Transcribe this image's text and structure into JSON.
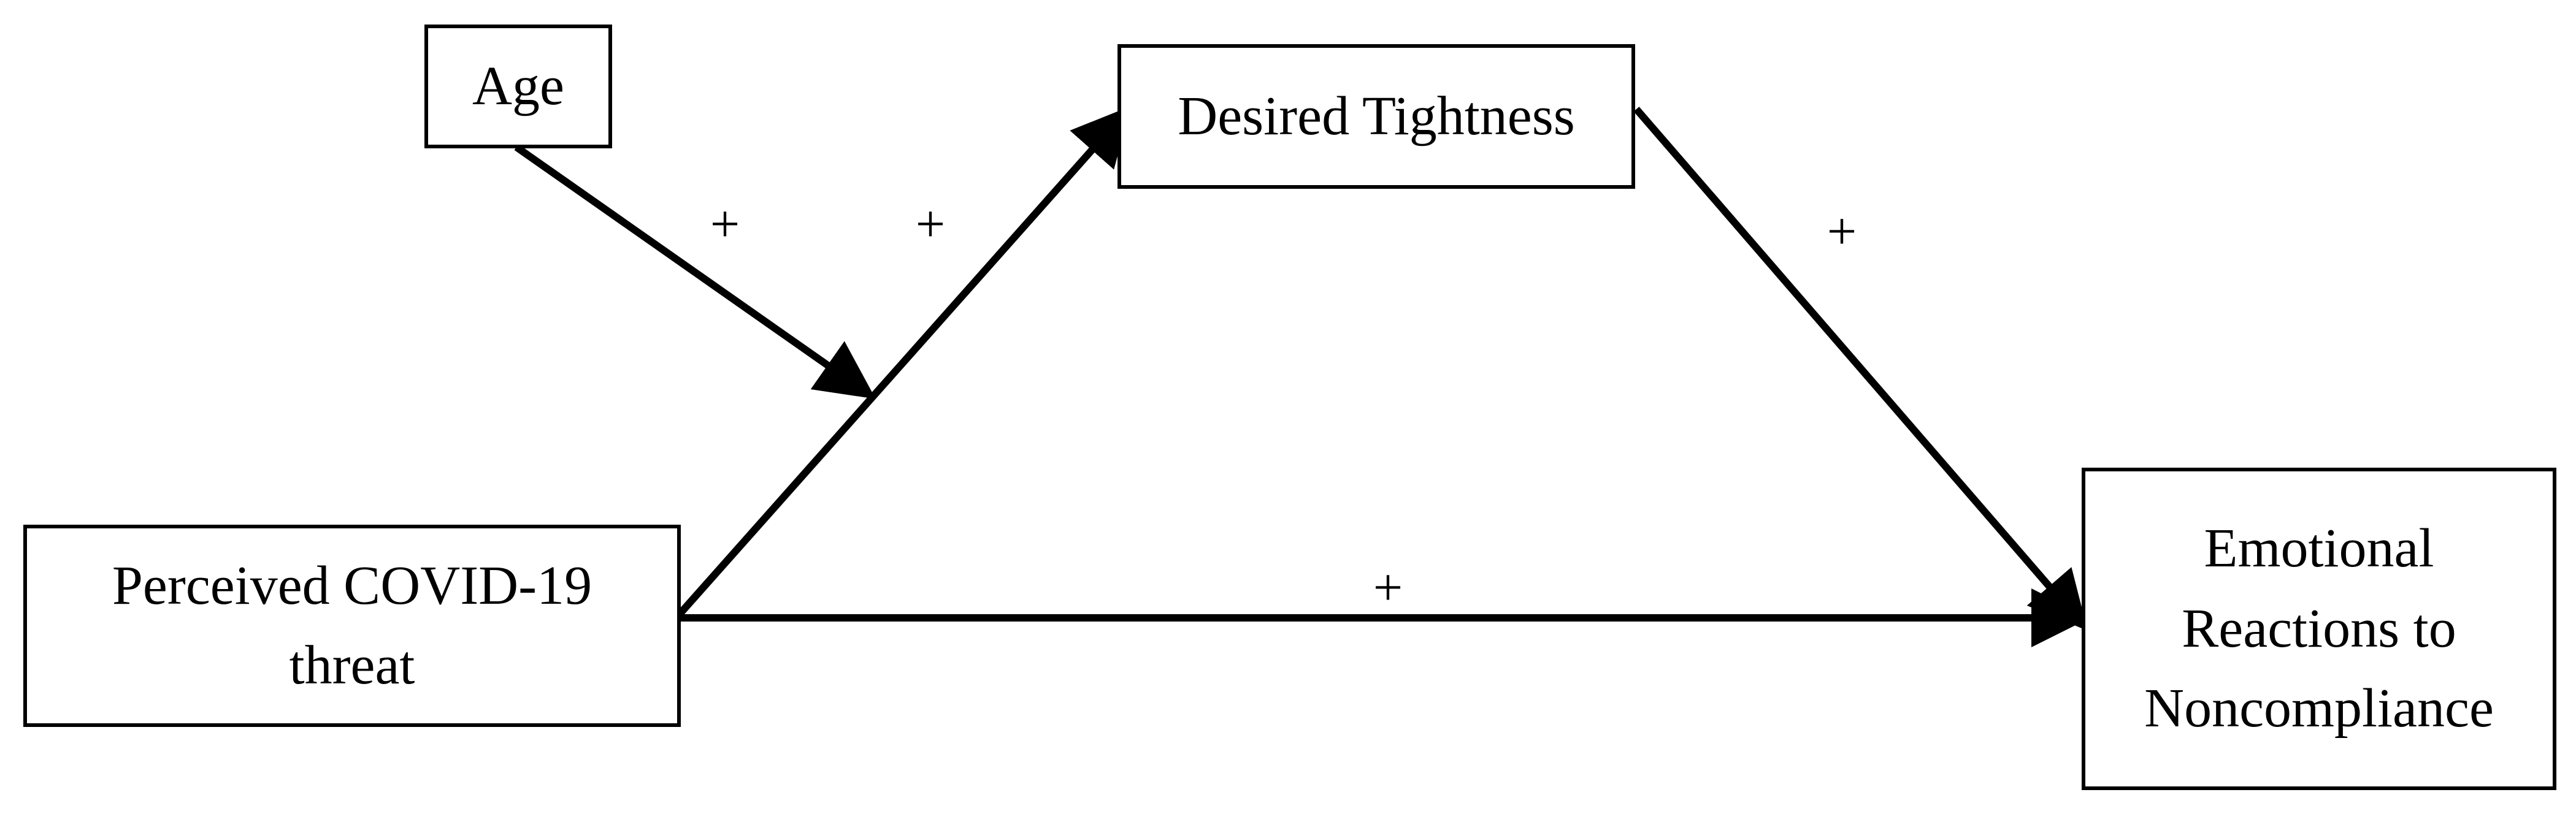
{
  "diagram": {
    "nodes": {
      "age": "Age",
      "desired_tightness": "Desired Tightness",
      "perceived_threat": "Perceived COVID-19\nthreat",
      "emotional_reactions": "Emotional\nReactions to\nNoncompliance"
    },
    "edges": [
      {
        "from": "Age",
        "to": "Perceived COVID-19 threat → Desired Tightness path",
        "sign": "+"
      },
      {
        "from": "Perceived COVID-19 threat",
        "to": "Desired Tightness",
        "sign": "+"
      },
      {
        "from": "Desired Tightness",
        "to": "Emotional Reactions to Noncompliance",
        "sign": "+"
      },
      {
        "from": "Perceived COVID-19 threat",
        "to": "Emotional Reactions to Noncompliance",
        "sign": "+"
      }
    ],
    "signs": {
      "age_moderation": "+",
      "threat_to_desired": "+",
      "desired_to_emotional": "+",
      "threat_to_emotional": "+"
    }
  }
}
